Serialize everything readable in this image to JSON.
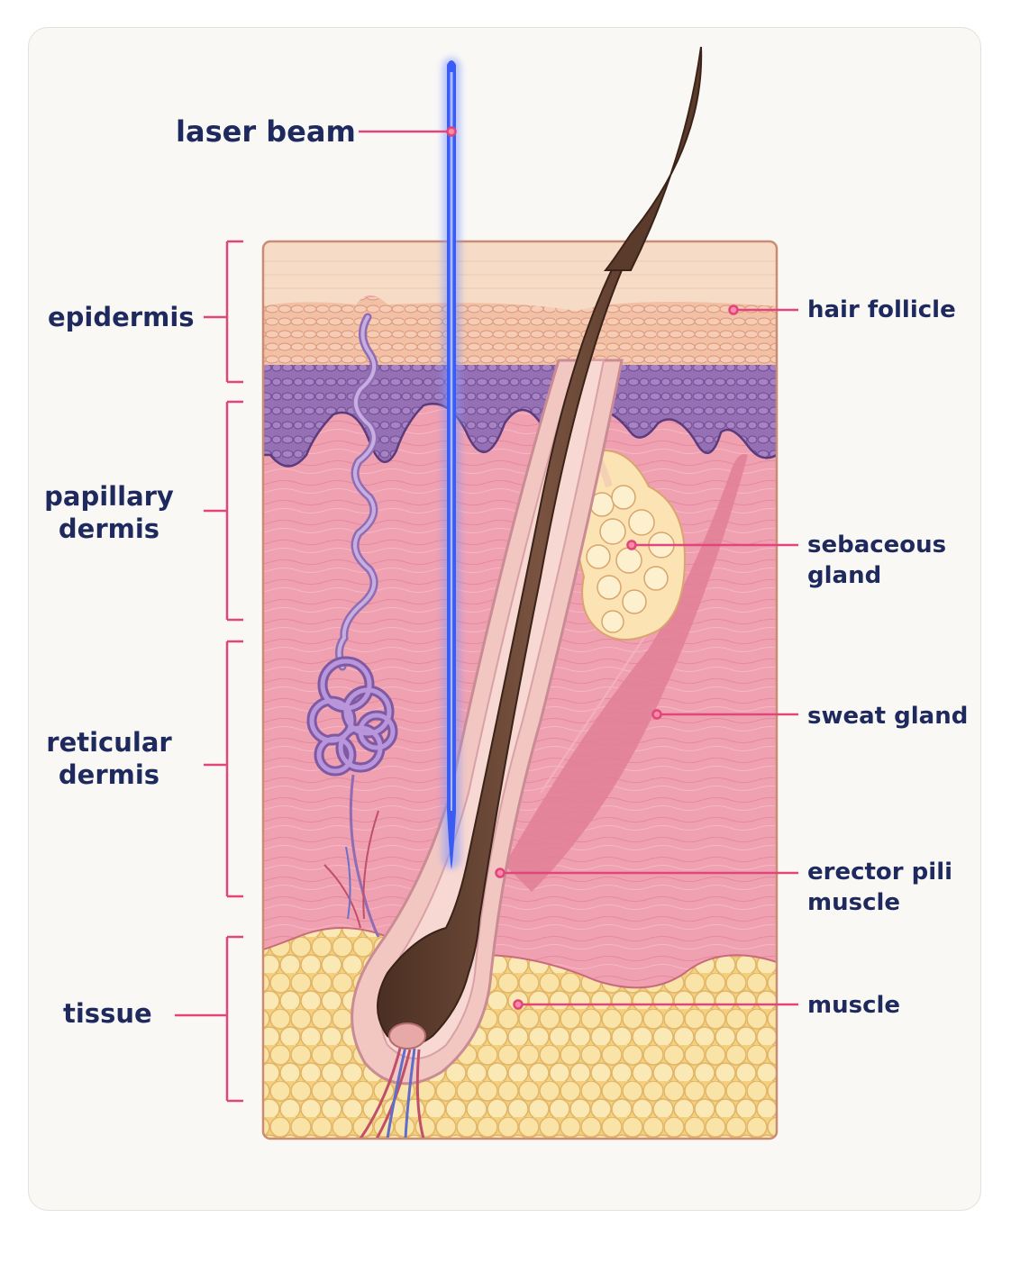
{
  "labels": {
    "laser_beam": "laser beam",
    "epidermis": "epidermis",
    "papillary_dermis": [
      "papillary",
      "dermis"
    ],
    "reticular_dermis": [
      "reticular",
      "dermis"
    ],
    "tissue": "tissue",
    "hair_follicle": "hair follicle",
    "sebaceous_gland": [
      "sebaceous",
      "gland"
    ],
    "sweat_gland": "sweat gland",
    "erector_pili_muscle": [
      "erector pili",
      "muscle"
    ],
    "muscle": "muscle"
  },
  "colors": {
    "label_text": "#1e2a5e",
    "leader_line": "#e0457b",
    "laser": "#3a5cf5",
    "stratum_corneum": "#f6d9c0",
    "basal_layer": "#9b72b8",
    "dermis": "#f1a3b2",
    "fat": "#f6dc96",
    "hair_shaft": "#5a3b2c"
  }
}
